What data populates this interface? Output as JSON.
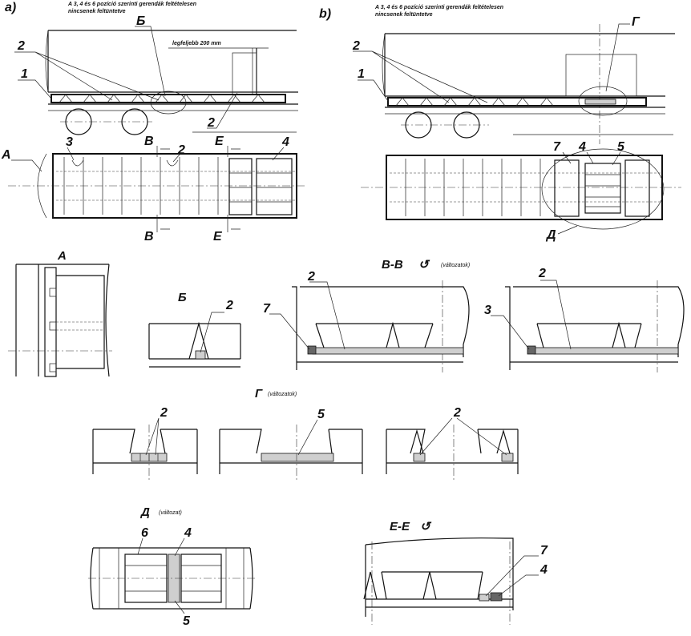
{
  "variant_a": "a)",
  "variant_b": "b)",
  "note_a": [
    "A 3, 4 és 6 pozíció szerinti gerendák feltételesen",
    "nincsenek feltüntetve"
  ],
  "note_b": [
    "A 3, 4 és 6 pozíció szerinti gerendák feltételesen",
    "nincsenek feltüntetve"
  ],
  "dim_note": "legfeljebb 200 mm",
  "callouts": {
    "a_top": [
      "2",
      "1",
      "Б",
      "2"
    ],
    "a_plan": [
      "А",
      "3",
      "В",
      "2",
      "Е",
      "4",
      "В",
      "Е"
    ],
    "b_top": [
      "2",
      "1",
      "Г"
    ],
    "b_plan": [
      "7",
      "4",
      "5",
      "Д"
    ]
  },
  "views": {
    "A": {
      "title": "А"
    },
    "B": {
      "title": "Б",
      "labels": [
        "2"
      ]
    },
    "VV": {
      "title": "В-В",
      "rotation_symbol": "↺",
      "subtitle": "(változatok)",
      "v1_labels": [
        "2",
        "7"
      ],
      "v2_labels": [
        "2",
        "3"
      ]
    },
    "G": {
      "title": "Г",
      "subtitle": "(változatok)",
      "v1_labels": [
        "2"
      ],
      "v2_labels": [
        "5"
      ],
      "v3_labels": [
        "2"
      ]
    },
    "D": {
      "title": "Д",
      "subtitle": "(változat)",
      "labels": [
        "6",
        "4",
        "5"
      ]
    },
    "EE": {
      "title": "Е-Е",
      "rotation_symbol": "↺",
      "labels": [
        "7",
        "4"
      ]
    }
  },
  "colors": {
    "ink": "#111111",
    "paper": "#ffffff",
    "shade": "#cfcfcf"
  }
}
